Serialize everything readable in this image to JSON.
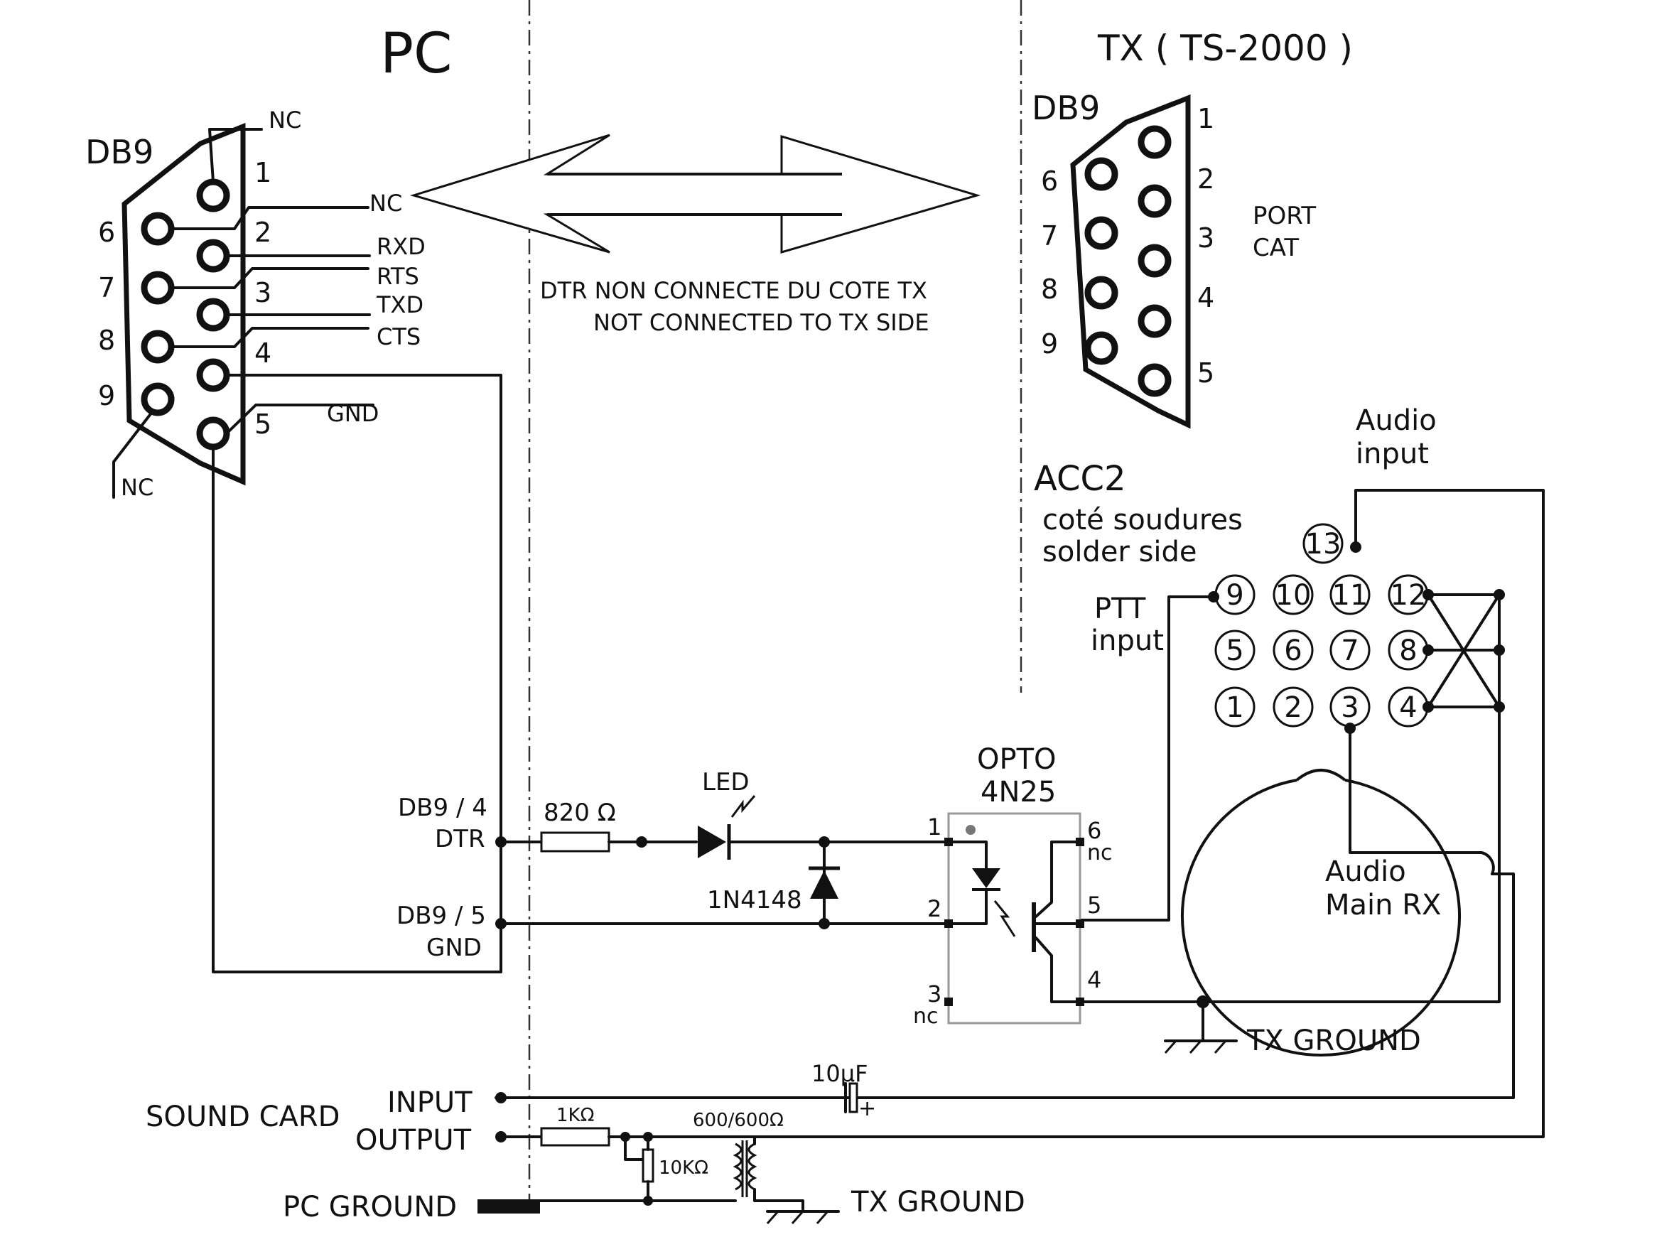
{
  "headers": {
    "pc": "PC",
    "tx": "TX ( TS-2000 )"
  },
  "pc_db9": {
    "label": "DB9",
    "pin_numbers": [
      "1",
      "2",
      "3",
      "4",
      "5",
      "6",
      "7",
      "8",
      "9"
    ],
    "signals": {
      "nc_top": "NC",
      "nc_pin6": "NC",
      "rxd": "RXD",
      "rts": "RTS",
      "txd": "TXD",
      "cts": "CTS",
      "gnd": "GND",
      "nc_pin9": "NC"
    }
  },
  "tx_db9": {
    "label": "DB9",
    "pin_numbers": [
      "1",
      "2",
      "3",
      "4",
      "5",
      "6",
      "7",
      "8",
      "9"
    ],
    "port_line1": "PORT",
    "port_line2": "CAT"
  },
  "arrow_note": {
    "line1": "DTR NON CONNECTE DU COTE TX",
    "line2": "NOT CONNECTED TO TX SIDE"
  },
  "acc2": {
    "label": "ACC2",
    "side_line1": "coté soudures",
    "side_line2": "solder side",
    "pins": [
      "13",
      "9",
      "10",
      "11",
      "12",
      "5",
      "6",
      "7",
      "8",
      "1",
      "2",
      "3",
      "4"
    ],
    "ptt_line1": "PTT",
    "ptt_line2": "input",
    "audio_in_line1": "Audio",
    "audio_in_line2": "input",
    "audio_rx_line1": "Audio",
    "audio_rx_line2": "Main RX"
  },
  "circuit": {
    "dtr_line1": "DB9 / 4",
    "dtr_line2": "DTR",
    "gnd_line1": "DB9 / 5",
    "gnd_line2": "GND",
    "resistor": "820 Ω",
    "led": "LED",
    "diode": "1N4148",
    "opto_line1": "OPTO",
    "opto_line2": "4N25",
    "opto_pins": {
      "p1": "1",
      "p2": "2",
      "p3": "3",
      "p4": "4",
      "p5": "5",
      "p6": "6"
    },
    "nc": "nc",
    "tx_ground": "TX GROUND"
  },
  "sound": {
    "label": "SOUND CARD",
    "input": "INPUT",
    "output": "OUTPUT",
    "capacitor": "10µF",
    "cap_plus": "+",
    "r_series": "1KΩ",
    "r_load": "10KΩ",
    "transformer": "600/600Ω",
    "pc_ground": "PC GROUND",
    "tx_ground": "TX GROUND"
  }
}
